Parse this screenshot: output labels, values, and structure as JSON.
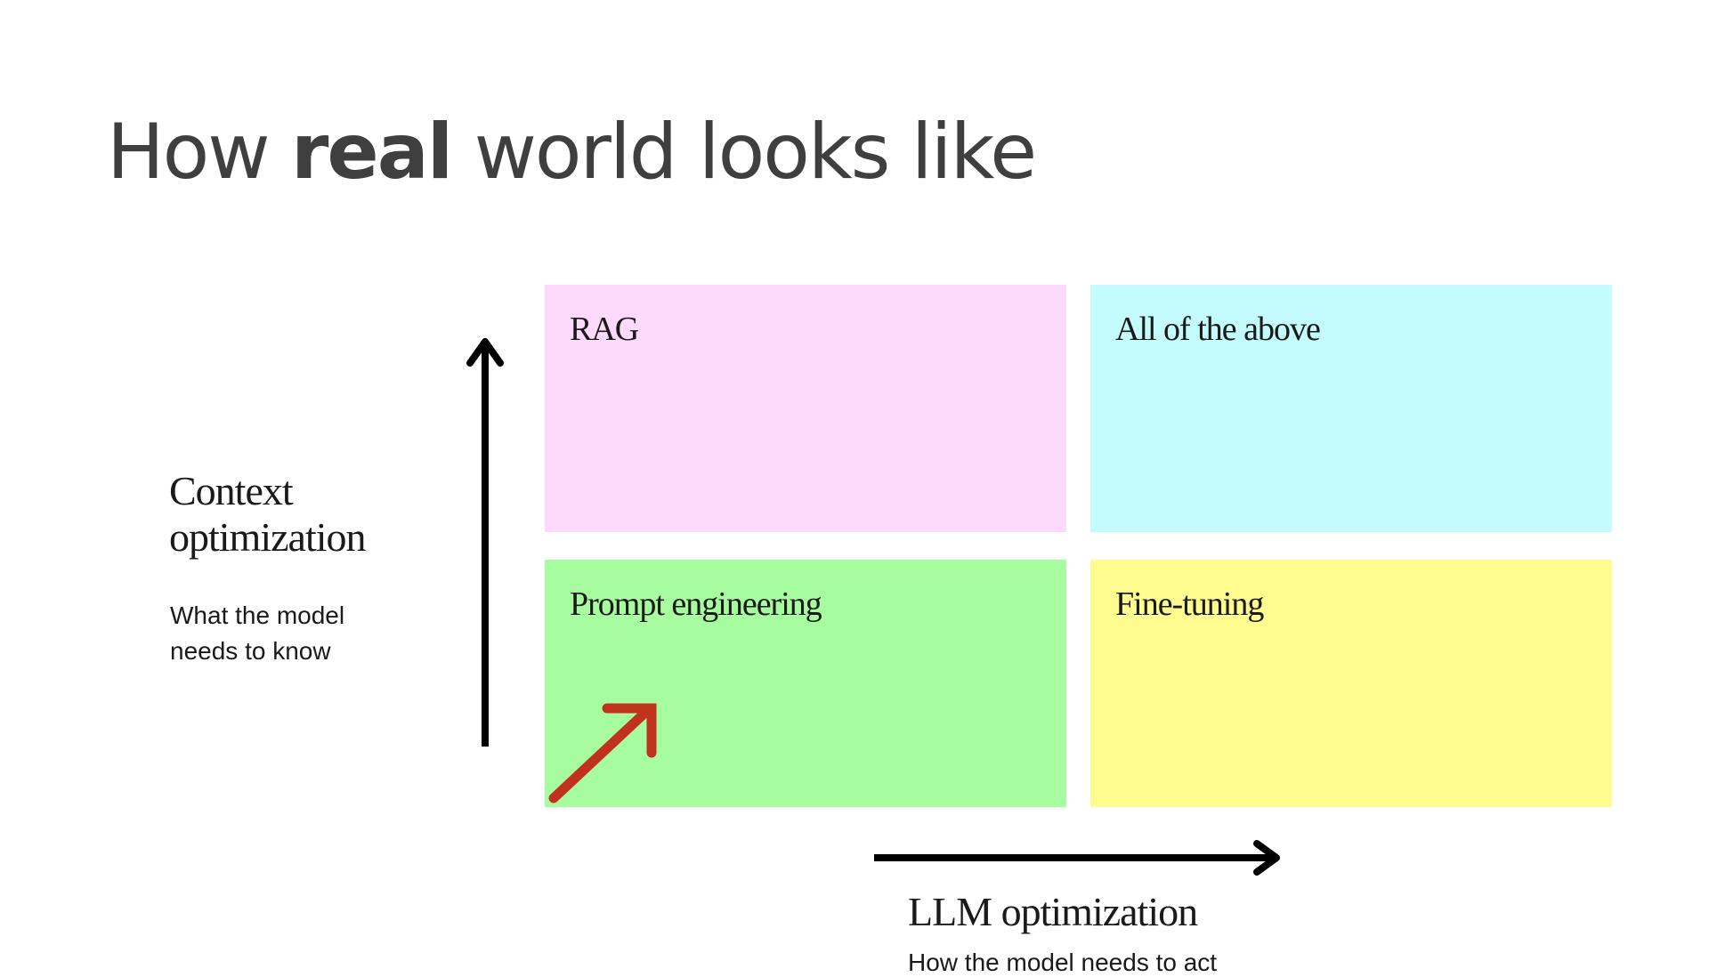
{
  "title": {
    "prefix": "How",
    "bold": "real",
    "suffix": "world looks like"
  },
  "quadrants": {
    "rag": {
      "label": "RAG",
      "color": "#fdd9fd"
    },
    "all": {
      "label": "All of the above",
      "color": "#c4fcfd"
    },
    "prompt": {
      "label": "Prompt engineering",
      "color": "#a8fca0"
    },
    "fine": {
      "label": "Fine-tuning",
      "color": "#fefc8e"
    }
  },
  "y_axis": {
    "title": "Context optimization",
    "subtitle": "What the model needs to know"
  },
  "x_axis": {
    "title": "LLM optimization",
    "subtitle": "How the model needs to act"
  },
  "colors": {
    "axis": "#000000",
    "highlight_arrow": "#c0321e",
    "title_text": "#3f3f3f"
  }
}
